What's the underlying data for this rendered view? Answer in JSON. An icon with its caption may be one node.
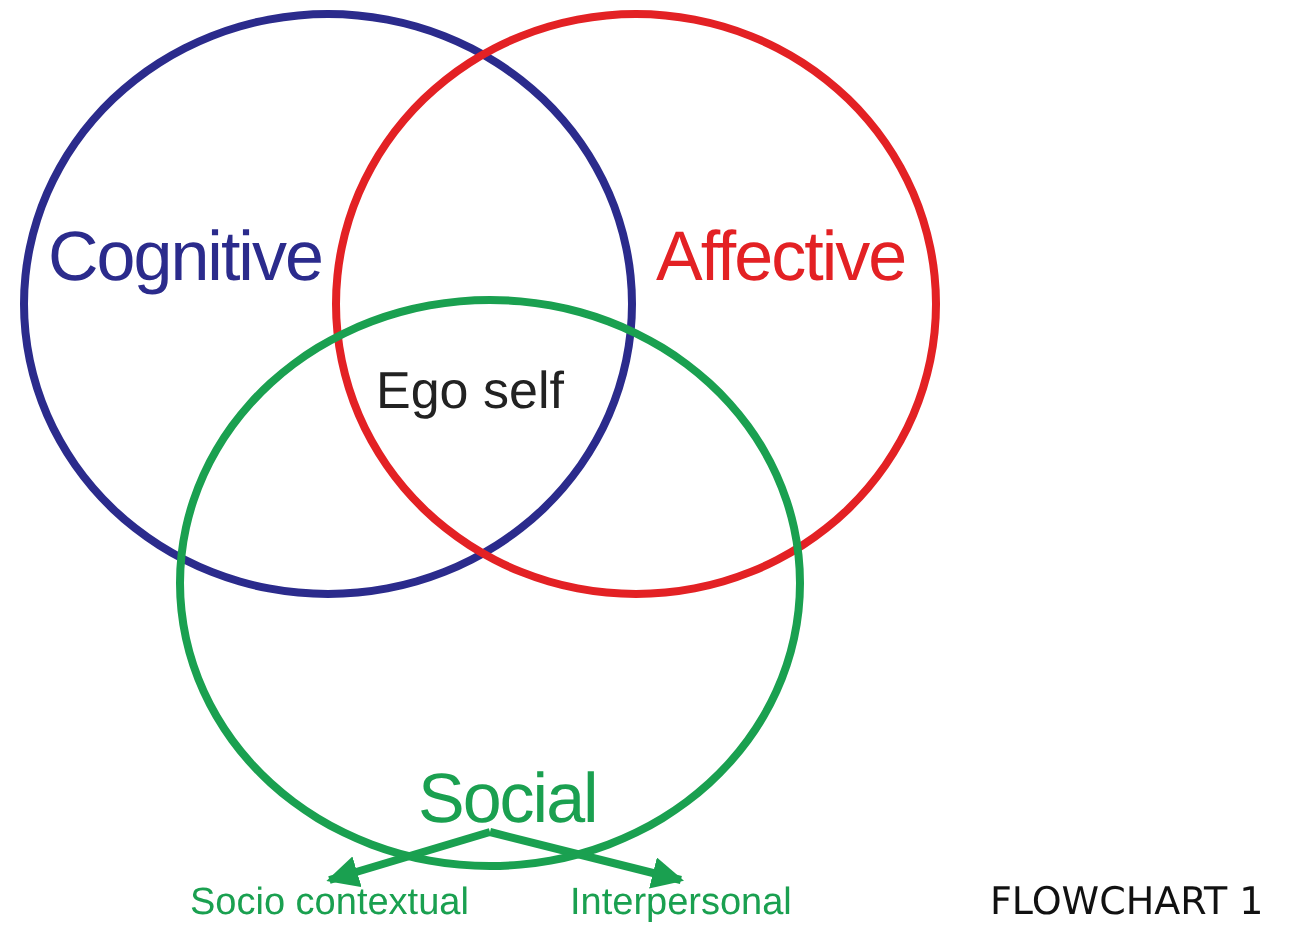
{
  "diagram": {
    "caption": "FLOWCHART 1",
    "nodes": [
      {
        "text": [
          "Cognitive"
        ]
      },
      {
        "text": [
          "Affective"
        ]
      },
      {
        "text": [
          "Social"
        ]
      },
      {
        "text": [
          "Socio contextual"
        ]
      },
      {
        "text": [
          "Interpersonal"
        ]
      }
    ],
    "edges": [
      {
        "from": 2,
        "to": 3,
        "arrow": "to"
      },
      {
        "from": 2,
        "to": 4,
        "arrow": "to"
      }
    ],
    "labels": [
      "Ego self"
    ]
  }
}
